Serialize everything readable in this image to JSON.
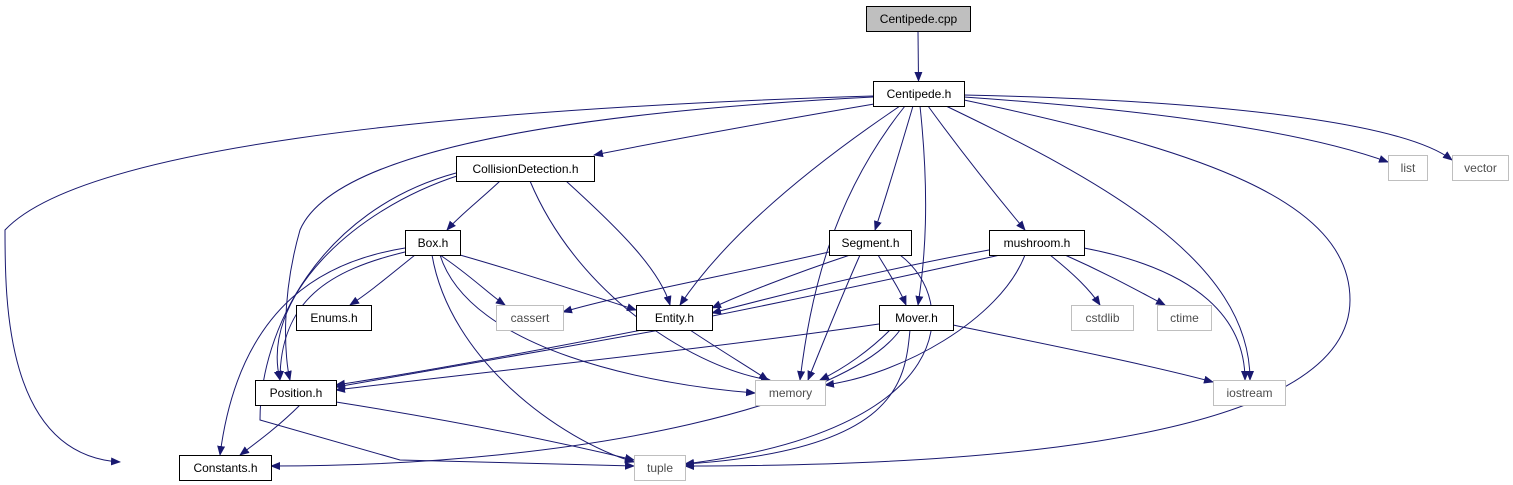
{
  "diagram": {
    "colors": {
      "edge": "#191970",
      "node_border": "#000000",
      "system_border": "#bfbfbf",
      "root_fill": "#bfbfbf",
      "node_fill": "#ffffff",
      "label": "#000000",
      "system_label": "#4d4d4d"
    },
    "nodes": [
      {
        "id": "centipede_cpp",
        "label": "Centipede.cpp",
        "kind": "root"
      },
      {
        "id": "centipede_h",
        "label": "Centipede.h",
        "kind": "header"
      },
      {
        "id": "collision_h",
        "label": "CollisionDetection.h",
        "kind": "header"
      },
      {
        "id": "list",
        "label": "list",
        "kind": "system"
      },
      {
        "id": "vector",
        "label": "vector",
        "kind": "system"
      },
      {
        "id": "box_h",
        "label": "Box.h",
        "kind": "header"
      },
      {
        "id": "segment_h",
        "label": "Segment.h",
        "kind": "header"
      },
      {
        "id": "mushroom_h",
        "label": "mushroom.h",
        "kind": "header"
      },
      {
        "id": "enums_h",
        "label": "Enums.h",
        "kind": "header"
      },
      {
        "id": "cassert",
        "label": "cassert",
        "kind": "system"
      },
      {
        "id": "entity_h",
        "label": "Entity.h",
        "kind": "header"
      },
      {
        "id": "mover_h",
        "label": "Mover.h",
        "kind": "header"
      },
      {
        "id": "cstdlib",
        "label": "cstdlib",
        "kind": "system"
      },
      {
        "id": "ctime",
        "label": "ctime",
        "kind": "system"
      },
      {
        "id": "position_h",
        "label": "Position.h",
        "kind": "header"
      },
      {
        "id": "memory",
        "label": "memory",
        "kind": "system"
      },
      {
        "id": "iostream",
        "label": "iostream",
        "kind": "system"
      },
      {
        "id": "constants_h",
        "label": "Constants.h",
        "kind": "header"
      },
      {
        "id": "tuple",
        "label": "tuple",
        "kind": "system"
      }
    ],
    "edges": [
      [
        "centipede_cpp",
        "centipede_h"
      ],
      [
        "centipede_h",
        "constants_h"
      ],
      [
        "centipede_h",
        "position_h"
      ],
      [
        "centipede_h",
        "collision_h"
      ],
      [
        "centipede_h",
        "entity_h"
      ],
      [
        "centipede_h",
        "memory"
      ],
      [
        "centipede_h",
        "segment_h"
      ],
      [
        "centipede_h",
        "mover_h"
      ],
      [
        "centipede_h",
        "mushroom_h"
      ],
      [
        "centipede_h",
        "iostream"
      ],
      [
        "centipede_h",
        "tuple"
      ],
      [
        "centipede_h",
        "list"
      ],
      [
        "centipede_h",
        "vector"
      ],
      [
        "collision_h",
        "box_h"
      ],
      [
        "collision_h",
        "position_h"
      ],
      [
        "collision_h",
        "tuple"
      ],
      [
        "collision_h",
        "memory"
      ],
      [
        "collision_h",
        "entity_h"
      ],
      [
        "box_h",
        "enums_h"
      ],
      [
        "box_h",
        "cassert"
      ],
      [
        "box_h",
        "entity_h"
      ],
      [
        "box_h",
        "position_h"
      ],
      [
        "box_h",
        "constants_h"
      ],
      [
        "box_h",
        "memory"
      ],
      [
        "box_h",
        "tuple"
      ],
      [
        "segment_h",
        "cassert"
      ],
      [
        "segment_h",
        "entity_h"
      ],
      [
        "segment_h",
        "mover_h"
      ],
      [
        "segment_h",
        "memory"
      ],
      [
        "segment_h",
        "tuple"
      ],
      [
        "mushroom_h",
        "entity_h"
      ],
      [
        "mushroom_h",
        "position_h"
      ],
      [
        "mushroom_h",
        "memory"
      ],
      [
        "mushroom_h",
        "cstdlib"
      ],
      [
        "mushroom_h",
        "ctime"
      ],
      [
        "mushroom_h",
        "iostream"
      ],
      [
        "entity_h",
        "position_h"
      ],
      [
        "entity_h",
        "memory"
      ],
      [
        "mover_h",
        "position_h"
      ],
      [
        "mover_h",
        "memory"
      ],
      [
        "mover_h",
        "constants_h"
      ],
      [
        "mover_h",
        "tuple"
      ],
      [
        "mover_h",
        "iostream"
      ],
      [
        "position_h",
        "constants_h"
      ],
      [
        "position_h",
        "tuple"
      ]
    ]
  }
}
